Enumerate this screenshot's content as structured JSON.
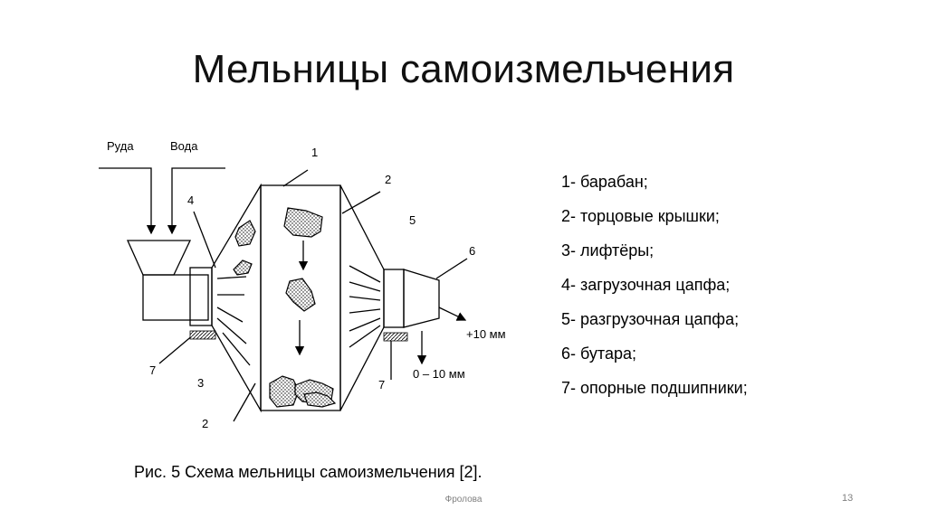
{
  "slide": {
    "title": "Мельницы самоизмельчения",
    "caption": "Рис. 5 Схема мельницы самоизмельчения [2].",
    "footer": "Фролова",
    "page_number": "13"
  },
  "diagram": {
    "inputs": {
      "ore": "Руда",
      "water": "Вода"
    },
    "callouts": {
      "n1": "1",
      "n2_top": "2",
      "n2_bottom": "2",
      "n3": "3",
      "n4": "4",
      "n5": "5",
      "n6": "6",
      "n7_left": "7",
      "n7_right": "7"
    },
    "outputs": {
      "coarse": "+10  мм",
      "fine": "0 – 10 мм"
    }
  },
  "legend": [
    "1- барабан;",
    "2- торцовые крышки;",
    "3- лифтёры;",
    "4- загрузочная цапфа;",
    "5- разгрузочная цапфа;",
    "6- бутара;",
    "7- опорные подшипники;"
  ]
}
